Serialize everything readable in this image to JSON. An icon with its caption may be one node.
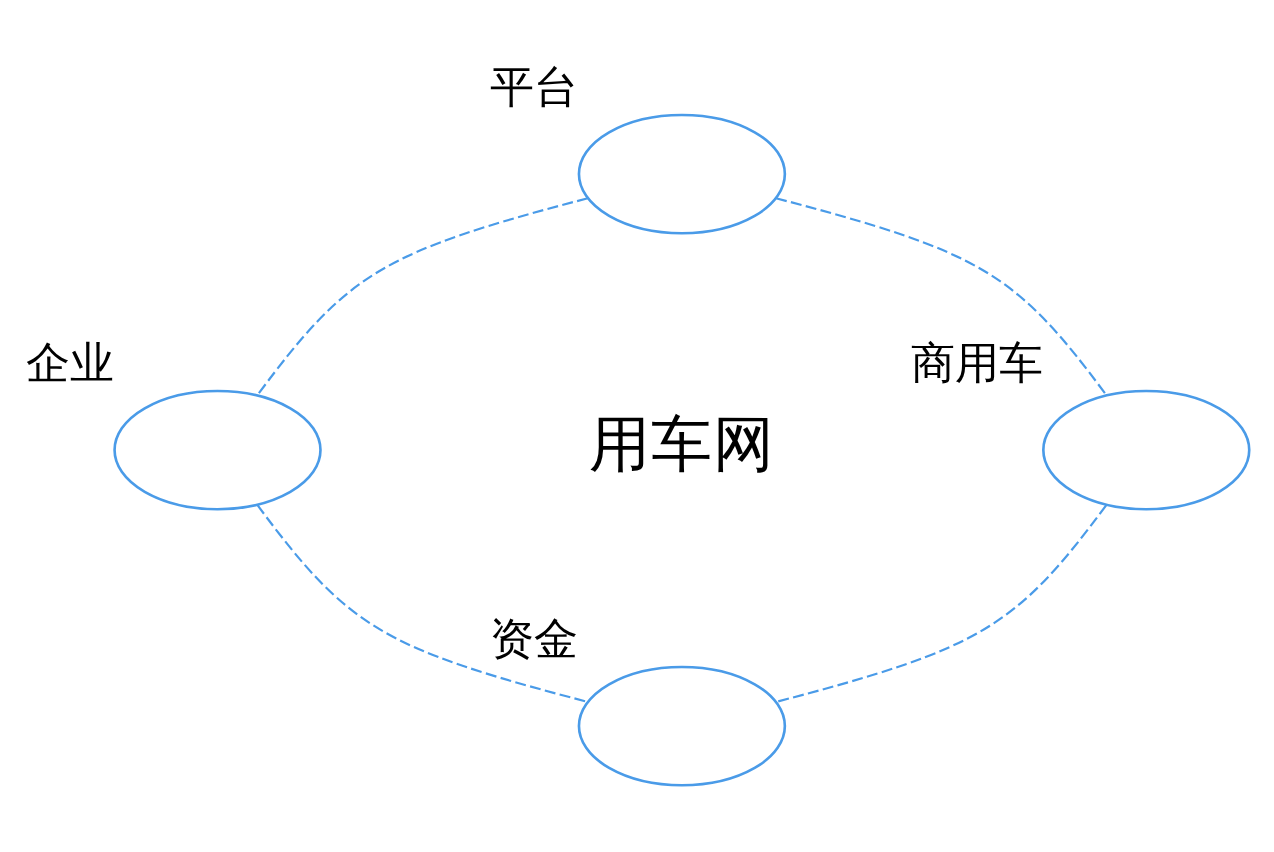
{
  "diagram": {
    "nodes": [
      {
        "text": [],
        "shape": "circle",
        "beside": [
          "平台"
        ]
      },
      {
        "text": [],
        "shape": "circle",
        "beside": [
          "企业"
        ]
      },
      {
        "text": [],
        "shape": "circle",
        "beside": [
          "商用车"
        ]
      },
      {
        "text": [],
        "shape": "circle",
        "beside": [
          "资金"
        ]
      }
    ],
    "edges": [
      {
        "from": 0,
        "to": 2,
        "arrow": "none",
        "style": "dashed"
      },
      {
        "from": 2,
        "to": 3,
        "arrow": "none",
        "style": "dashed"
      },
      {
        "from": 3,
        "to": 1,
        "arrow": "none",
        "style": "dashed"
      },
      {
        "from": 1,
        "to": 0,
        "arrow": "none",
        "style": "dashed"
      }
    ],
    "labels": [
      "用车网"
    ]
  }
}
